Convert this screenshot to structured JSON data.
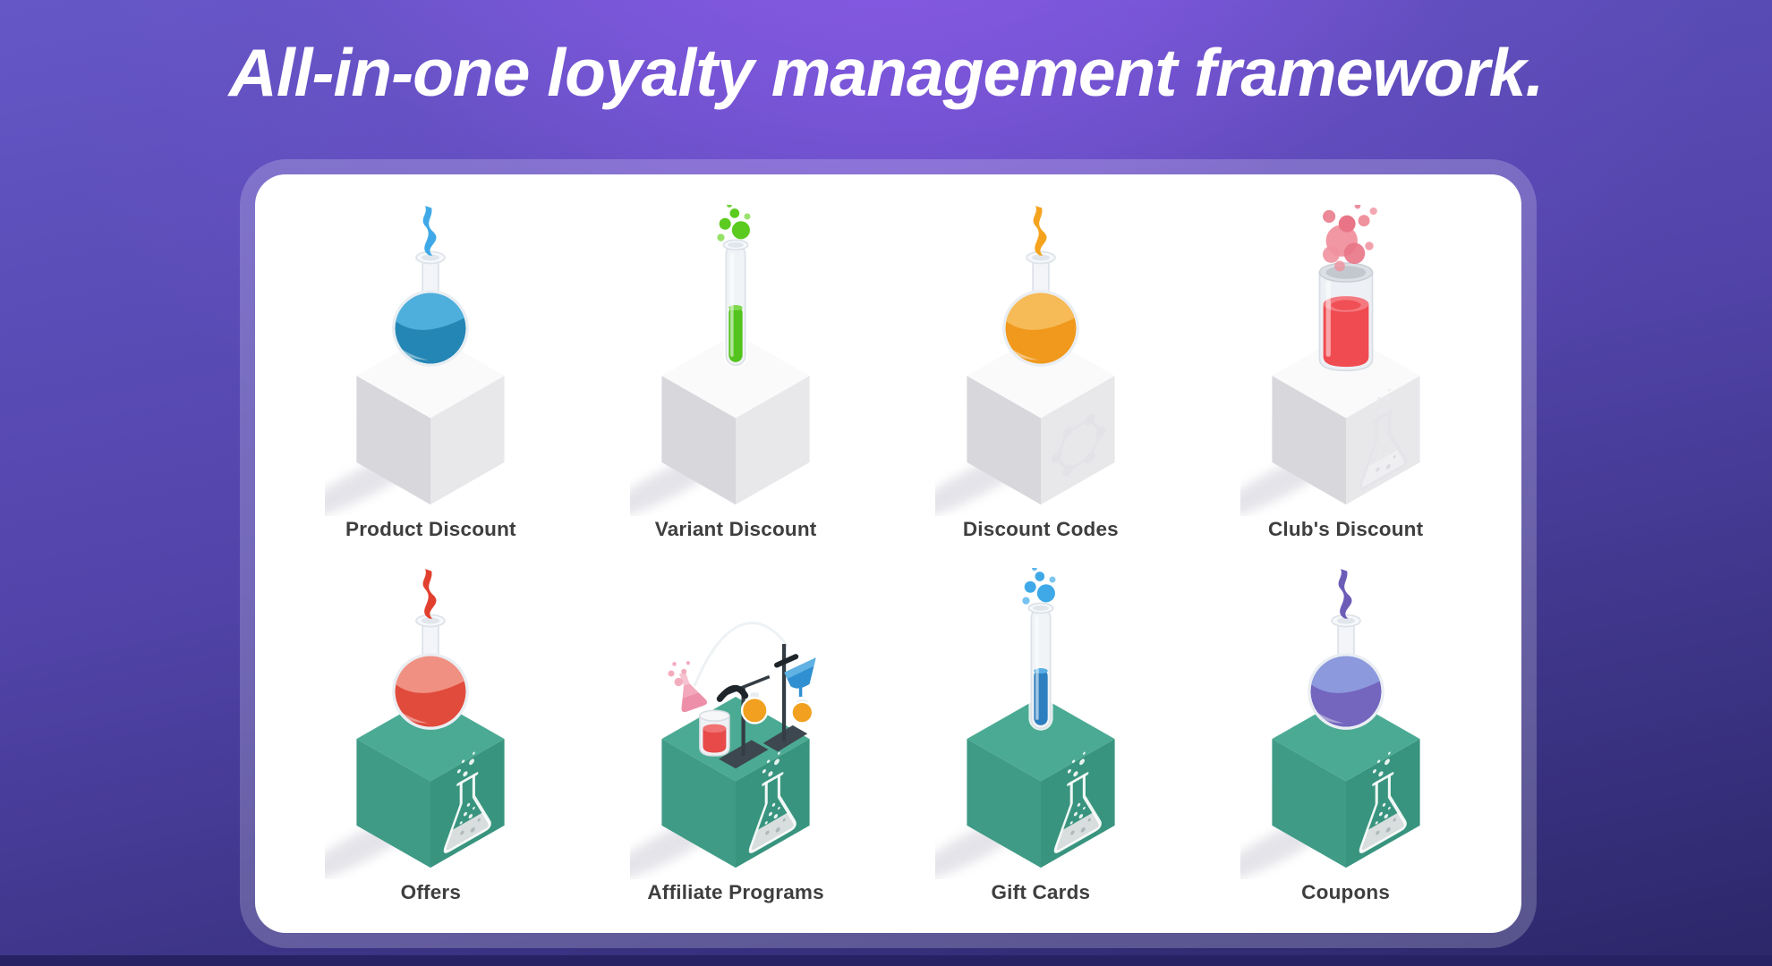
{
  "title": "All-in-one loyalty management framework.",
  "theme": {
    "background_top": "#7E55DC",
    "background_mid": "#5143A8",
    "background_bottom": "#2B2769",
    "bottom_edge": "#272264",
    "card_frame": "rgba(255,255,255,0.20)",
    "card_bg": "#FFFFFF",
    "title_color": "#FFFFFF",
    "label_color": "#3E3E3E"
  },
  "cube_palettes": {
    "white": {
      "top": "#FAFAFB",
      "left": "#D7D7DC",
      "right": "#E8E8EB"
    },
    "teal": {
      "top": "#4BAA94",
      "left": "#3F9B86",
      "right": "#38947E"
    }
  },
  "items": [
    {
      "label": "Product Discount",
      "cube": "white",
      "vessel": "round-flask",
      "effect": "smoke",
      "watermark": "none",
      "liquid": "#2486B4",
      "liquid_light": "#54B4E0",
      "effect_color": "#3FA9E8",
      "effect_color_2": "#7FC9F0"
    },
    {
      "label": "Variant Discount",
      "cube": "white",
      "vessel": "test-tube",
      "effect": "bubbles",
      "watermark": "none",
      "liquid": "#53C41D",
      "liquid_light": "#7FD94E",
      "effect_color": "#5BCB1F",
      "effect_color_2": "#8FE060"
    },
    {
      "label": "Discount Codes",
      "cube": "white",
      "vessel": "round-flask",
      "effect": "flame",
      "watermark": "molecule",
      "liquid": "#F0991C",
      "liquid_light": "#F6BE5E",
      "effect_color": "#F5A31E",
      "effect_color_2": "#F8C050"
    },
    {
      "label": "Club's Discount",
      "cube": "white",
      "vessel": "cylinder",
      "effect": "blob",
      "watermark": "ghost-flask",
      "liquid": "#F04B50",
      "liquid_light": "#F47A80",
      "effect_color": "#F0919E",
      "effect_color_2": "#E87486"
    },
    {
      "label": "Offers",
      "cube": "teal",
      "vessel": "round-flask",
      "effect": "flame",
      "watermark": "flask",
      "liquid": "#E14B3C",
      "liquid_light": "#F2988A",
      "effect_color": "#E2402F",
      "effect_color_2": "#F06A54"
    },
    {
      "label": "Affiliate Programs",
      "cube": "teal",
      "vessel": "lab-set",
      "effect": "none",
      "watermark": "flask",
      "liquid": "#E84A4A",
      "liquid_light": "#F07272",
      "effect_color": "#F2A4B8",
      "effect_color_2": "#F3A8BC"
    },
    {
      "label": "Gift Cards",
      "cube": "teal",
      "vessel": "test-tube",
      "effect": "bubbles",
      "watermark": "flask",
      "liquid": "#2E7FC0",
      "liquid_light": "#58AEE2",
      "effect_color": "#3FA9E8",
      "effect_color_2": "#6FC0F0"
    },
    {
      "label": "Coupons",
      "cube": "teal",
      "vessel": "round-flask",
      "effect": "smoke",
      "watermark": "flask",
      "liquid": "#7466BE",
      "liquid_light": "#8F9FE0",
      "effect_color": "#6C5CB8",
      "effect_color_2": "#8F83D0"
    }
  ]
}
